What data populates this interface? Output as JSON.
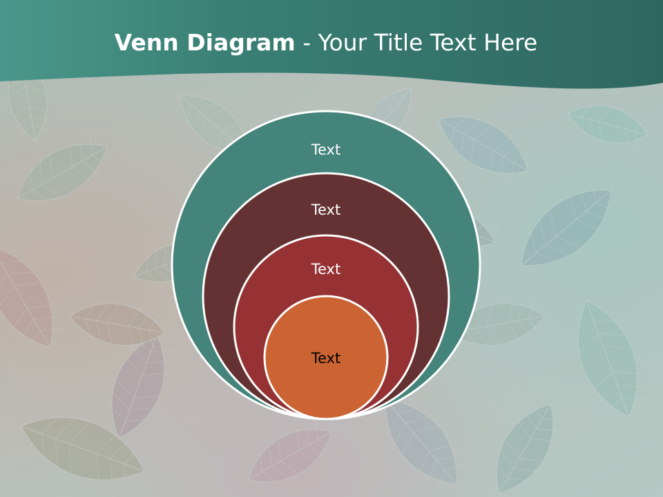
{
  "slide": {
    "title_bold": "Venn Diagram",
    "title_rest": " - Your Title Text Here"
  },
  "diagram": {
    "type": "nested-circles",
    "circles": [
      {
        "label": "Text",
        "fill": "#44847a",
        "text_color": "#ffffff"
      },
      {
        "label": "Text",
        "fill": "#643232",
        "text_color": "#ffffff"
      },
      {
        "label": "Text",
        "fill": "#963234",
        "text_color": "#ffffff"
      },
      {
        "label": "Text",
        "fill": "#cb6432",
        "text_color": "#000000"
      }
    ],
    "outline_color": "#ffffff"
  },
  "theme": {
    "header_color": "#2e6e66",
    "header_color_light": "#4a978a",
    "background_tint": "#c4d0cb"
  }
}
